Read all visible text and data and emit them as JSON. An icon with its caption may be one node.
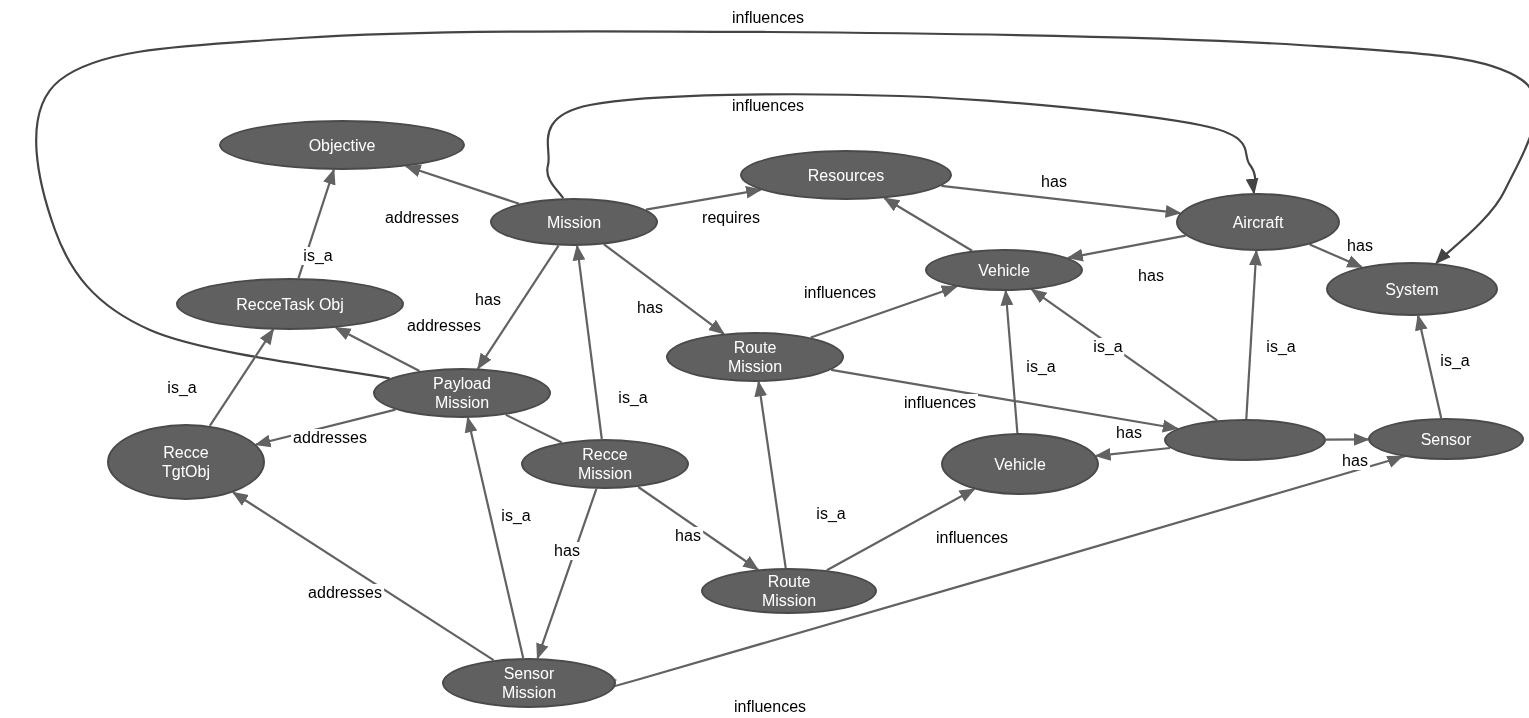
{
  "diagram": {
    "nodes": [
      {
        "text": [
          "Objective"
        ]
      },
      {
        "text": [
          "Mission"
        ]
      },
      {
        "text": [
          "Resources"
        ]
      },
      {
        "text": [
          "Aircraft"
        ]
      },
      {
        "text": [
          "Vehicle"
        ]
      },
      {
        "text": [
          "System"
        ]
      },
      {
        "text": [
          "RecceTask Obj"
        ]
      },
      {
        "text": [
          "Route Mission"
        ]
      },
      {
        "text": [
          "Payload Mission"
        ]
      },
      {
        "text": [
          "Recce TgtObj"
        ]
      },
      {
        "text": [
          "Recce Mission"
        ]
      },
      {
        "text": [
          "Vehicle"
        ]
      },
      {
        "text": [],
        "shape": "ellipse"
      },
      {
        "text": [
          "Sensor"
        ]
      },
      {
        "text": [
          "Route Mission"
        ]
      },
      {
        "text": [
          "Sensor Mission"
        ]
      }
    ],
    "edges": [
      {
        "from": 1,
        "to": 0,
        "arrow": "to",
        "label": "addresses"
      },
      {
        "from": 1,
        "to": 2,
        "arrow": "to",
        "label": "requires"
      },
      {
        "from": 1,
        "to": 3,
        "arrow": "to",
        "label": "influences",
        "color": "#444444"
      },
      {
        "from": 8,
        "to": 5,
        "arrow": "to",
        "label": "influences",
        "color": "#444444"
      },
      {
        "from": 2,
        "to": 3,
        "arrow": "to",
        "label": "has"
      },
      {
        "from": 3,
        "to": 4,
        "arrow": "to",
        "label": "has"
      },
      {
        "from": 3,
        "to": 5,
        "arrow": "to",
        "label": "has"
      },
      {
        "from": 4,
        "to": 2,
        "arrow": "to"
      },
      {
        "from": 1,
        "to": 8,
        "arrow": "to",
        "label": "has"
      },
      {
        "from": 1,
        "to": 7,
        "arrow": "to",
        "label": "has"
      },
      {
        "from": 6,
        "to": 0,
        "arrow": "to",
        "label": "is_a"
      },
      {
        "from": 8,
        "to": 6,
        "arrow": "to",
        "label": "addresses"
      },
      {
        "from": 9,
        "to": 6,
        "arrow": "to",
        "label": "is_a"
      },
      {
        "from": 8,
        "to": 9,
        "arrow": "to",
        "label": "addresses"
      },
      {
        "from": 7,
        "to": 4,
        "arrow": "to",
        "label": "influences"
      },
      {
        "from": 7,
        "to": 12,
        "arrow": "to",
        "label": "influences"
      },
      {
        "from": 12,
        "to": 4,
        "arrow": "to",
        "label": "is_a"
      },
      {
        "from": 11,
        "to": 4,
        "arrow": "to",
        "label": "is_a"
      },
      {
        "from": 12,
        "to": 3,
        "arrow": "to",
        "label": "is_a"
      },
      {
        "from": 12,
        "to": 11,
        "arrow": "to",
        "label": "has"
      },
      {
        "from": 12,
        "to": 13,
        "arrow": "to",
        "label": "has"
      },
      {
        "from": 13,
        "to": 5,
        "arrow": "to",
        "label": "is_a"
      },
      {
        "from": 8,
        "to": 10,
        "arrow": "none"
      },
      {
        "from": 10,
        "to": 1,
        "arrow": "to",
        "label": "is_a"
      },
      {
        "from": 15,
        "to": 8,
        "arrow": "to",
        "label": "is_a"
      },
      {
        "from": 10,
        "to": 15,
        "arrow": "to",
        "label": "has"
      },
      {
        "from": 10,
        "to": 14,
        "arrow": "to",
        "label": "has"
      },
      {
        "from": 14,
        "to": 7,
        "arrow": "to",
        "label": "is_a"
      },
      {
        "from": 14,
        "to": 11,
        "arrow": "to",
        "label": "influences"
      },
      {
        "from": 15,
        "to": 9,
        "arrow": "to",
        "label": "addresses"
      },
      {
        "from": 15,
        "to": 13,
        "arrow": "to",
        "label": "influences"
      }
    ]
  }
}
